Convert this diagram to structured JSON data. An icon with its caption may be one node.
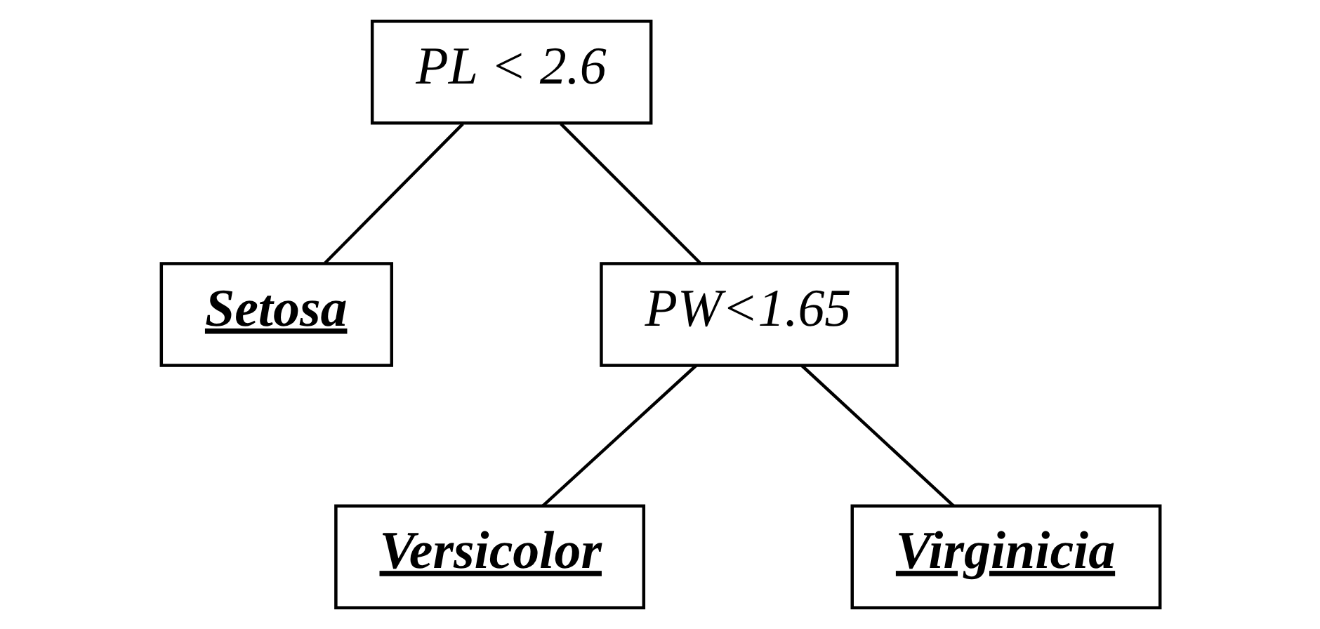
{
  "diagram": {
    "nodes": [
      {
        "text": [
          "PL < 2.6"
        ]
      },
      {
        "text": [
          "Setosa"
        ]
      },
      {
        "text": [
          "PW<1.65"
        ]
      },
      {
        "text": [
          "Versicolor"
        ]
      },
      {
        "text": [
          "Virginicia"
        ]
      }
    ],
    "edges": [
      {
        "from": 0,
        "to": 1,
        "arrow": "none"
      },
      {
        "from": 0,
        "to": 2,
        "arrow": "none"
      },
      {
        "from": 2,
        "to": 3,
        "arrow": "none"
      },
      {
        "from": 2,
        "to": 4,
        "arrow": "none"
      }
    ]
  }
}
